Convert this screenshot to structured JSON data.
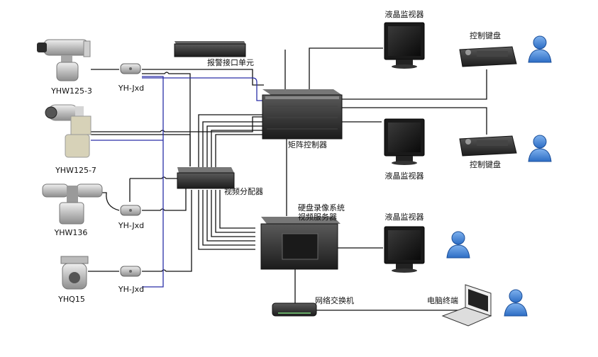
{
  "cameras": [
    {
      "id": "cam1",
      "label": "YHW125-3"
    },
    {
      "id": "cam2",
      "label": "YHW125-7"
    },
    {
      "id": "cam3",
      "label": "YHW136"
    },
    {
      "id": "cam4",
      "label": "YHQ15"
    }
  ],
  "junction_boxes": [
    {
      "id": "jb1",
      "label": "YH-Jxd"
    },
    {
      "id": "jb2",
      "label": "YH-Jxd"
    },
    {
      "id": "jb3",
      "label": "YH-Jxd"
    }
  ],
  "devices": {
    "alarm_interface": "报警接口单元",
    "matrix_controller": "矩阵控制器",
    "video_distributor": "视频分配器",
    "dvr_line1": "硬盘录像系统",
    "dvr_line2": "视频服务器",
    "network_switch": "网络交换机",
    "pc_terminal": "电脑终端"
  },
  "monitors": [
    {
      "id": "mon1",
      "label": "液晶监视器"
    },
    {
      "id": "mon2",
      "label": "液晶监视器"
    },
    {
      "id": "mon3",
      "label": "液晶监视器"
    }
  ],
  "keyboards": [
    {
      "id": "kb1",
      "label": "控制键盘"
    },
    {
      "id": "kb2",
      "label": "控制键盘"
    }
  ],
  "colors": {
    "wire": "#111111",
    "alarm_wire": "#2a2fa8",
    "user": "#3a7fd8",
    "device_dark": "#2a2a2a",
    "camera_body": "#c9c9c9"
  }
}
